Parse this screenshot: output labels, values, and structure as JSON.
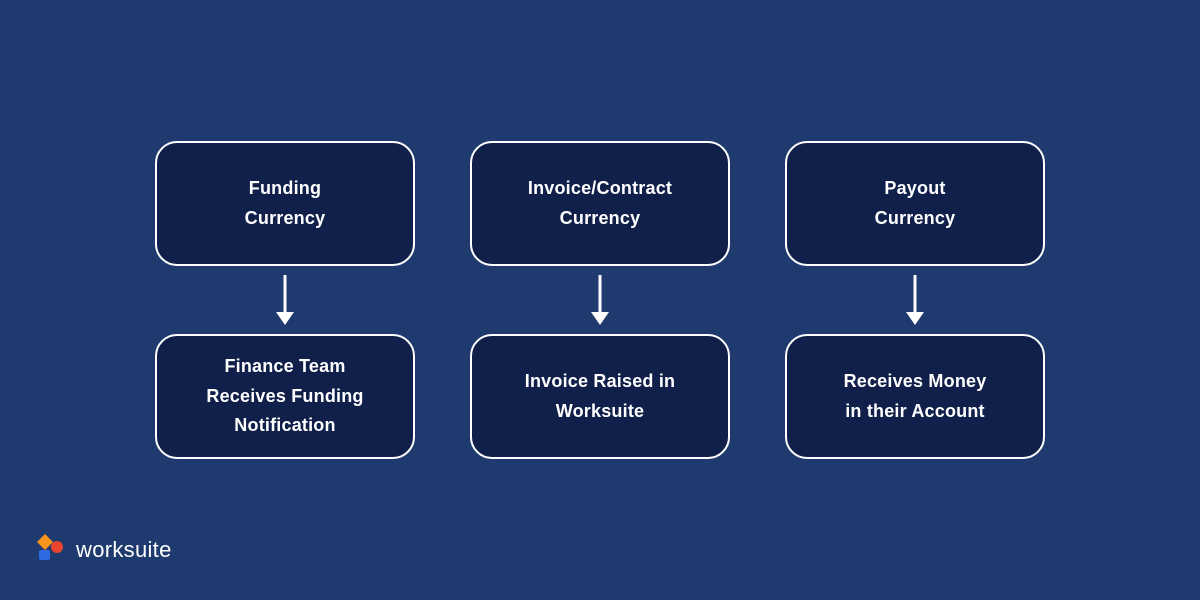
{
  "colors": {
    "background": "#1e3a6e",
    "box_background": "#10204a",
    "box_border": "#ffffff",
    "text": "#ffffff",
    "logo_orange": "#f7941d",
    "logo_red": "#e8442e",
    "logo_blue": "#2d6ae3"
  },
  "diagram": {
    "columns": [
      {
        "top": "Funding\nCurrency",
        "bottom": "Finance Team\nReceives Funding\nNotification"
      },
      {
        "top": "Invoice/Contract\nCurrency",
        "bottom": "Invoice Raised in\nWorksuite"
      },
      {
        "top": "Payout\nCurrency",
        "bottom": "Receives Money\nin their Account"
      }
    ]
  },
  "logo": {
    "text": "worksuite"
  }
}
